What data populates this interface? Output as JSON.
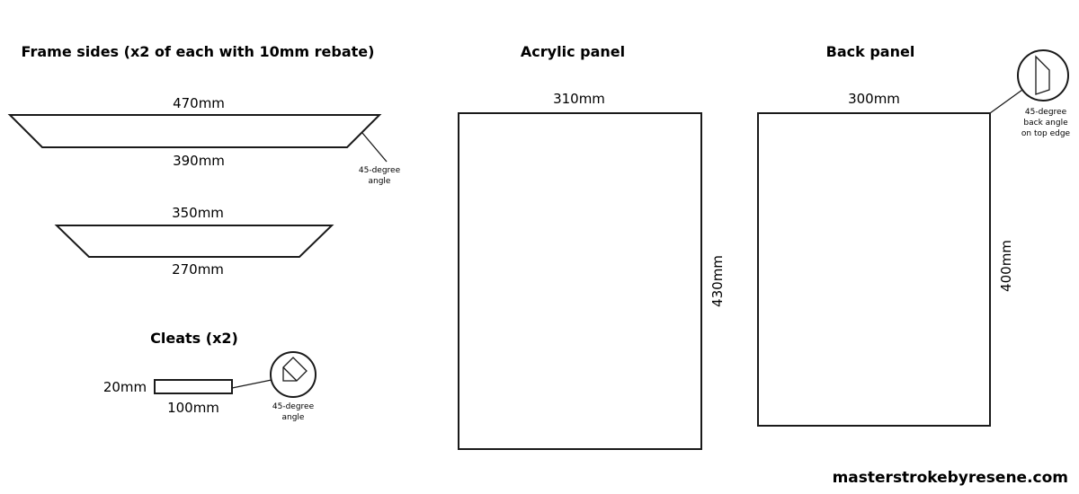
{
  "frame_sides": {
    "title": "Frame sides (x2 of each with 10mm rebate)",
    "long_top": "470mm",
    "long_bottom": "390mm",
    "short_top": "350mm",
    "short_bottom": "270mm",
    "angle_note": [
      "45-degree",
      "angle"
    ]
  },
  "cleats": {
    "title": "Cleats (x2)",
    "height": "20mm",
    "width": "100mm",
    "angle_note": [
      "45-degree",
      "angle"
    ]
  },
  "acrylic_panel": {
    "title": "Acrylic panel",
    "width": "310mm",
    "height": "430mm"
  },
  "back_panel": {
    "title": "Back panel",
    "width": "300mm",
    "height": "400mm",
    "angle_note": [
      "45-degree",
      "back angle",
      "on top edge"
    ]
  },
  "footer": "masterstrokebyresene.com"
}
